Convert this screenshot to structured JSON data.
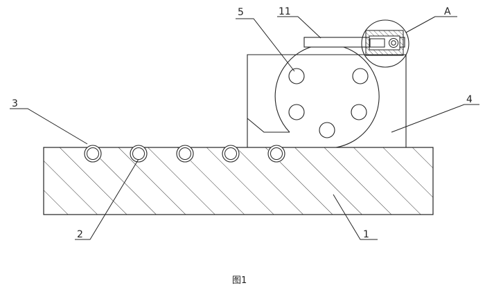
{
  "figure": {
    "caption": "图1",
    "labels": {
      "base": "1",
      "roller": "2",
      "roller_sleeve": "3",
      "housing": "4",
      "turntable": "5",
      "rod": "11",
      "detail": "A"
    }
  }
}
